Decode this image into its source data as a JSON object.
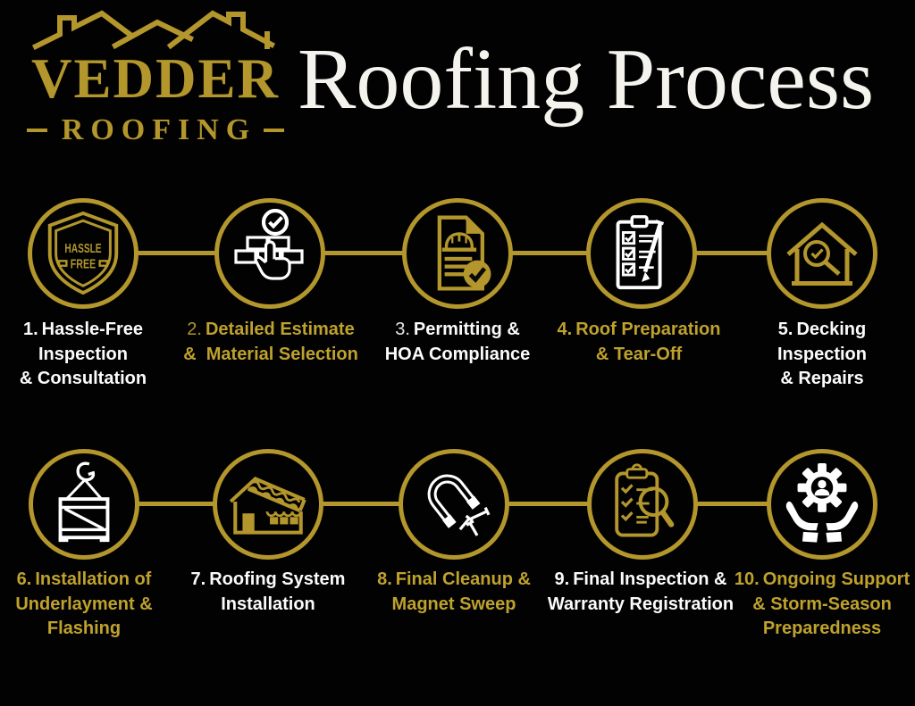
{
  "logo": {
    "name": "VEDDER",
    "subtitle": "ROOFING"
  },
  "title": "Roofing Process",
  "colors": {
    "gold": "#B3962C",
    "gold_text": "#BFA22D",
    "background": "#020202",
    "title_color": "#F5F3EE"
  },
  "badge": {
    "line1": "HASSLE",
    "line2": "FREE"
  },
  "steps": [
    {
      "number": "1.",
      "lines": [
        "Hassle-Free",
        "Inspection",
        "& Consultation"
      ],
      "color": "white",
      "icon": "hassle-free-shield"
    },
    {
      "number": "2.",
      "lines": [
        "Detailed Estimate",
        "&  Material Selection"
      ],
      "color": "gold",
      "icon": "estimate-material-selection"
    },
    {
      "number": "3.",
      "lines": [
        "Permitting &",
        "HOA Compliance"
      ],
      "color": "white",
      "icon": "permit-document"
    },
    {
      "number": "4.",
      "lines": [
        "Roof Preparation",
        "& Tear-Off"
      ],
      "color": "gold",
      "icon": "roof-prep-clipboard"
    },
    {
      "number": "5.",
      "lines": [
        "Decking",
        "Inspection",
        "& Repairs"
      ],
      "color": "white",
      "icon": "decking-inspection-house"
    },
    {
      "number": "6.",
      "lines": [
        "Installation of",
        "Underlayment &",
        "Flashing"
      ],
      "color": "gold",
      "icon": "underlayment-crate"
    },
    {
      "number": "7.",
      "lines": [
        "Roofing System",
        "Installation"
      ],
      "color": "white",
      "icon": "roofing-install-house"
    },
    {
      "number": "8.",
      "lines": [
        "Final Cleanup &",
        "Magnet Sweep"
      ],
      "color": "gold",
      "icon": "magnet-sweep"
    },
    {
      "number": "9.",
      "lines": [
        "Final Inspection &",
        "Warranty Registration"
      ],
      "color": "white",
      "icon": "final-inspection-clipboard"
    },
    {
      "number": "10.",
      "lines": [
        "Ongoing Support",
        "& Storm-Season",
        "Preparedness"
      ],
      "color": "gold",
      "icon": "ongoing-support-hands"
    }
  ]
}
